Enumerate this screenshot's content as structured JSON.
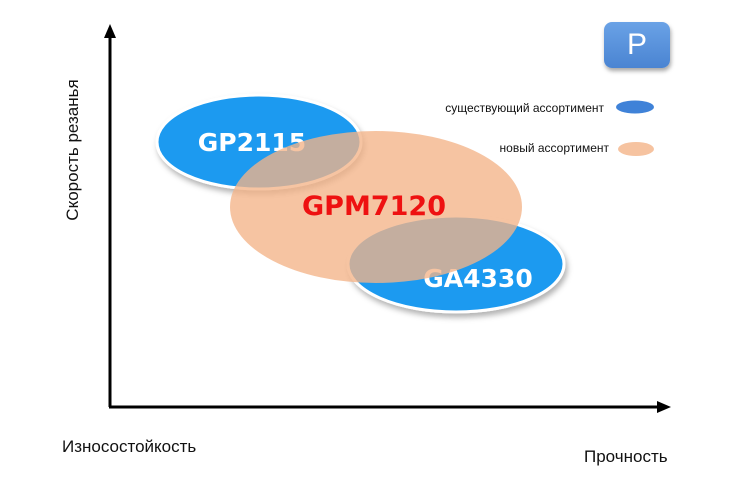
{
  "axes": {
    "y_label": "Скорость резанья",
    "x_label_left": "Износостойкость",
    "x_label_right": "Прочность"
  },
  "badge": {
    "letter": "P",
    "color": "#5b94dc"
  },
  "legend": {
    "items": [
      {
        "label": "существующий ассортимент",
        "color": "#3f82d8"
      },
      {
        "label": "новый ассортимент",
        "color": "#f6c3a0"
      }
    ]
  },
  "products": [
    {
      "name": "GP2115",
      "group": "existing",
      "color": "#1a9af0",
      "text_color": "#ffffff"
    },
    {
      "name": "GPM7120",
      "group": "new",
      "color": "#f6c09a",
      "text_color": "#ee1111"
    },
    {
      "name": "GA4330",
      "group": "existing",
      "color": "#1a9af0",
      "text_color": "#ffffff"
    }
  ]
}
